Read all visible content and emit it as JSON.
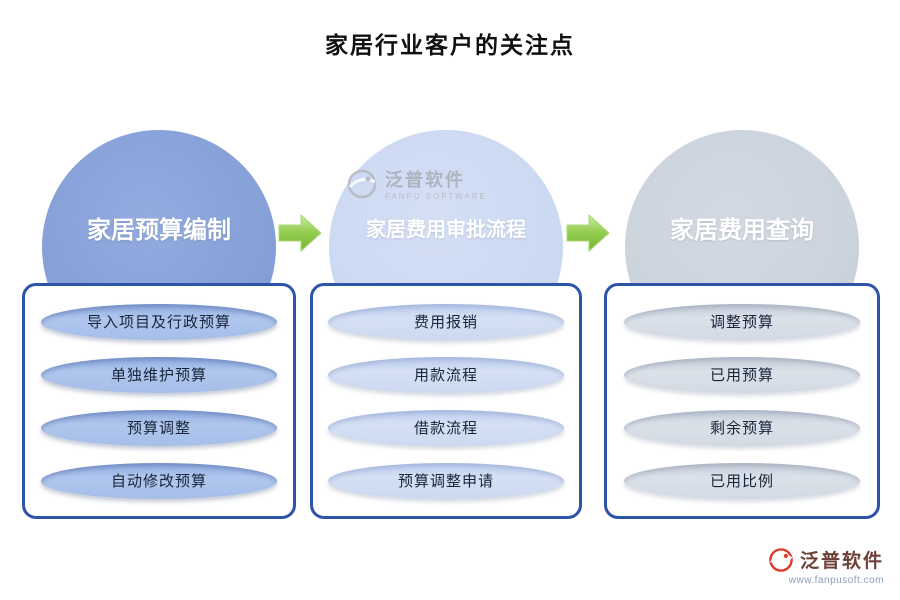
{
  "title": "家居行业客户的关注点",
  "watermark": {
    "name": "泛普软件",
    "subtitle": "FANPU SOFTWARE"
  },
  "footer": {
    "brand": "泛普软件",
    "url": "www.fanpusoft.com"
  },
  "columns": [
    {
      "header": "家居预算编制",
      "items": [
        "导入项目及行政预算",
        "单独维护预算",
        "预算调整",
        "自动修改预算"
      ]
    },
    {
      "header": "家居费用审批流程",
      "items": [
        "费用报销",
        "用款流程",
        "借款流程",
        "预算调整申请"
      ]
    },
    {
      "header": "家居费用查询",
      "items": [
        "调整预算",
        "已用预算",
        "剩余预算",
        "已用比例"
      ]
    }
  ],
  "colors": {
    "panel_border": "#2d54a7",
    "circle_budget": "#86a0d8",
    "circle_approval": "#ccd9f2",
    "circle_query": "#cbd3dd",
    "pill_budget": "#a6bfe9",
    "pill_approval": "#ccd9f1",
    "pill_query": "#d3dae3",
    "arrow_green": "#8cc63e",
    "brand_red": "#e0392e"
  }
}
